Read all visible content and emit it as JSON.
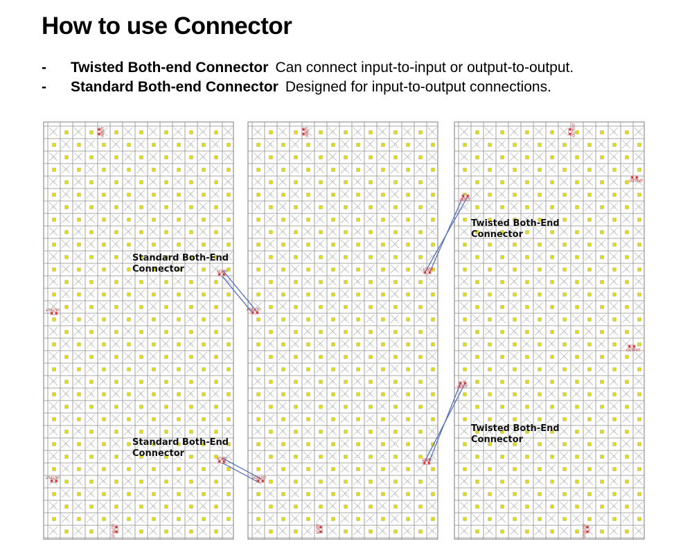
{
  "title": "How to use Connector",
  "bullets": [
    {
      "dash": "-",
      "name": "Twisted Both-end Connector",
      "desc": "Can connect input-to-input or output-to-output."
    },
    {
      "dash": "-",
      "name": "Standard Both-end Connector",
      "desc": "Designed for input-to-output connections."
    }
  ],
  "callouts": [
    {
      "line1": "Standard Both-End",
      "line2": "Connector"
    },
    {
      "line1": "Standard Both-End",
      "line2": "Connector"
    },
    {
      "line1": "Twisted Both-End",
      "line2": "Connector"
    },
    {
      "line1": "Twisted Both-End",
      "line2": "Connector"
    }
  ],
  "port_tags": {
    "input": "INPUT",
    "output": "OUTPUT"
  },
  "colors": {
    "grid": "#8a8a8a",
    "led": "#e8e000",
    "led_border": "#8a8a30",
    "connector": "#5570b8",
    "pad": "#c03030",
    "port_text": "#c03030"
  }
}
